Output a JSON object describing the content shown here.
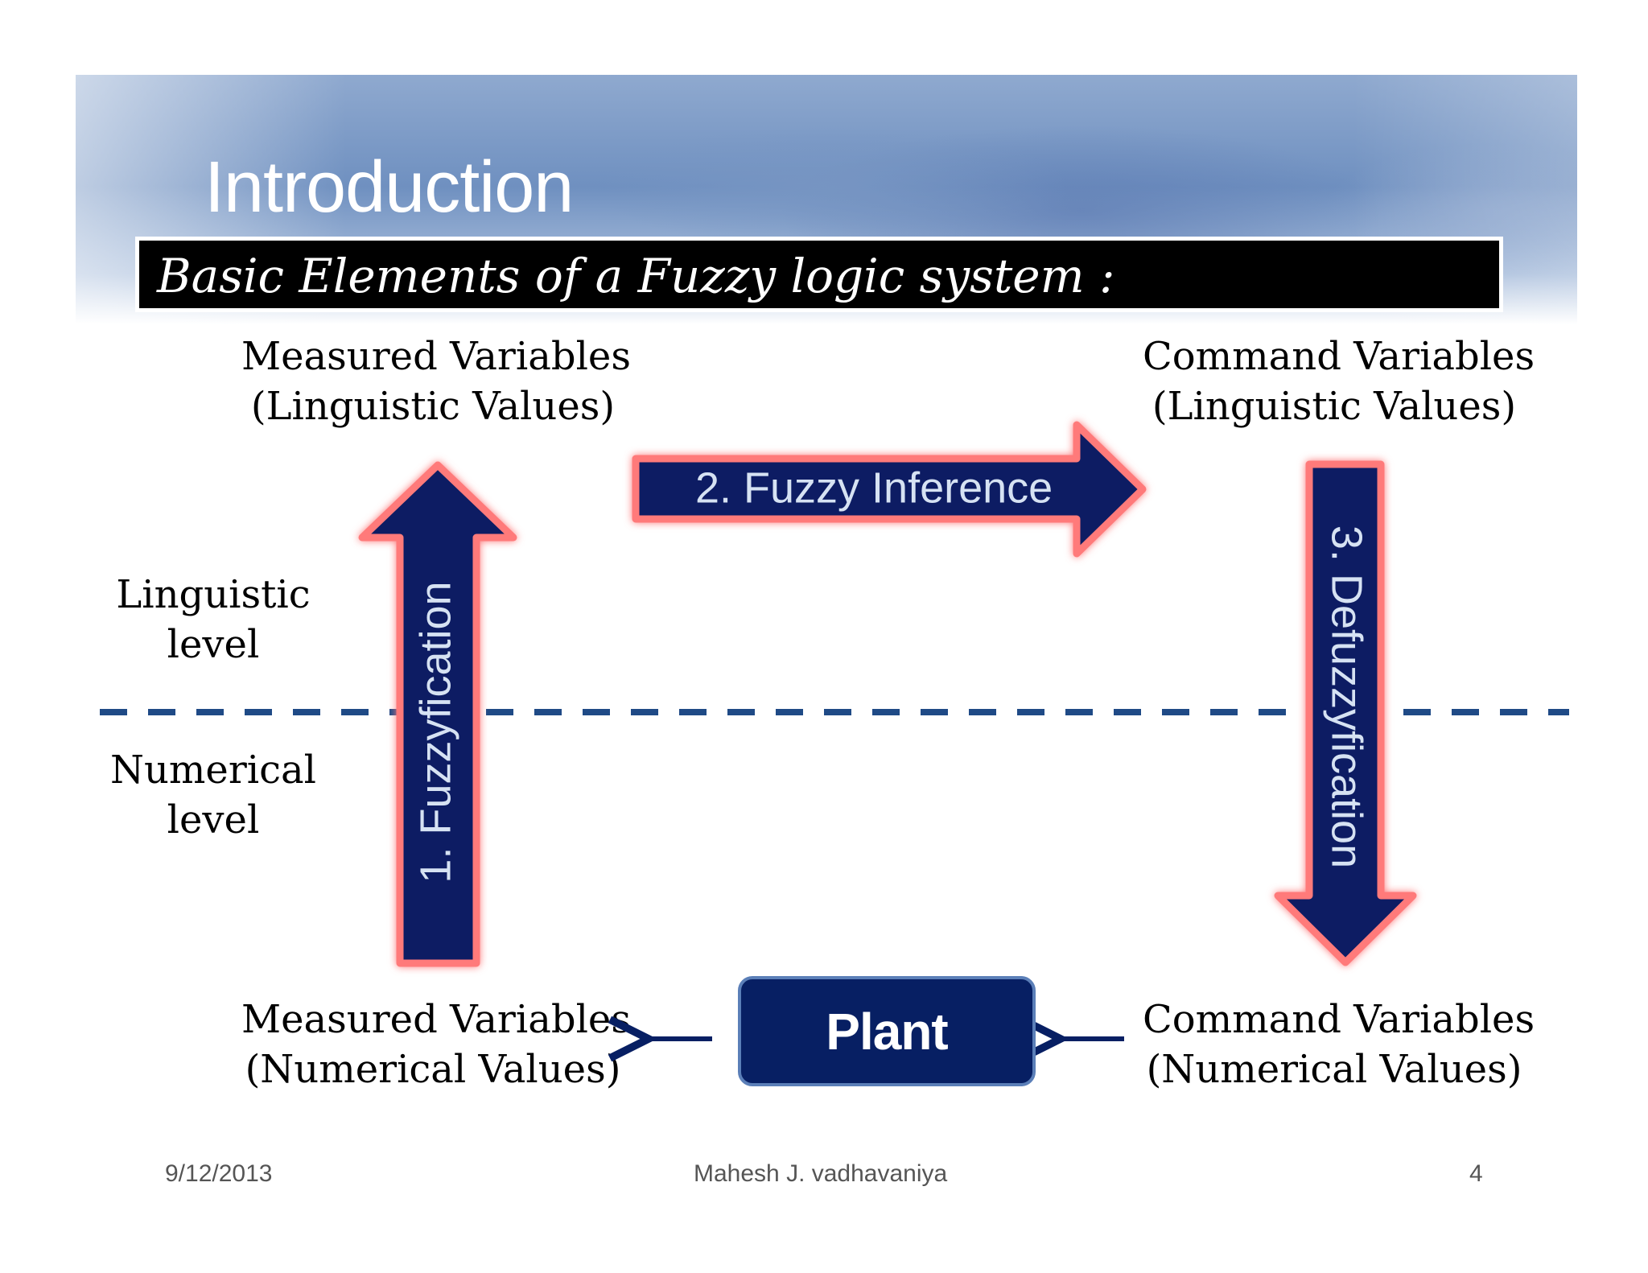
{
  "slide": {
    "title": "Introduction",
    "subtitle": "Basic Elements of a Fuzzy logic system :"
  },
  "labels": {
    "measured_linguistic": [
      "Measured Variables",
      "(Linguistic Values)"
    ],
    "command_linguistic": [
      "Command Variables",
      "(Linguistic Values)"
    ],
    "linguistic_level": [
      "Linguistic",
      "level"
    ],
    "numerical_level": [
      "Numerical",
      "level"
    ],
    "measured_numerical": [
      "Measured Variables",
      "(Numerical Values)"
    ],
    "command_numerical": [
      "Command Variables",
      "(Numerical Values)"
    ]
  },
  "arrows": {
    "fuzzyfication": "1. Fuzzyfication",
    "fuzzy_inference": "2.  Fuzzy Inference",
    "defuzzyfication": "3. Defuzzyfication"
  },
  "plant": {
    "label": "Plant"
  },
  "footer": {
    "date": "9/12/2013",
    "author": "Mahesh J. vadhavaniya",
    "page": "4"
  },
  "colors": {
    "arrow_fill": "#071f63",
    "arrow_glow": "#ff6b6b",
    "dashed_line": "#1f4a86"
  }
}
